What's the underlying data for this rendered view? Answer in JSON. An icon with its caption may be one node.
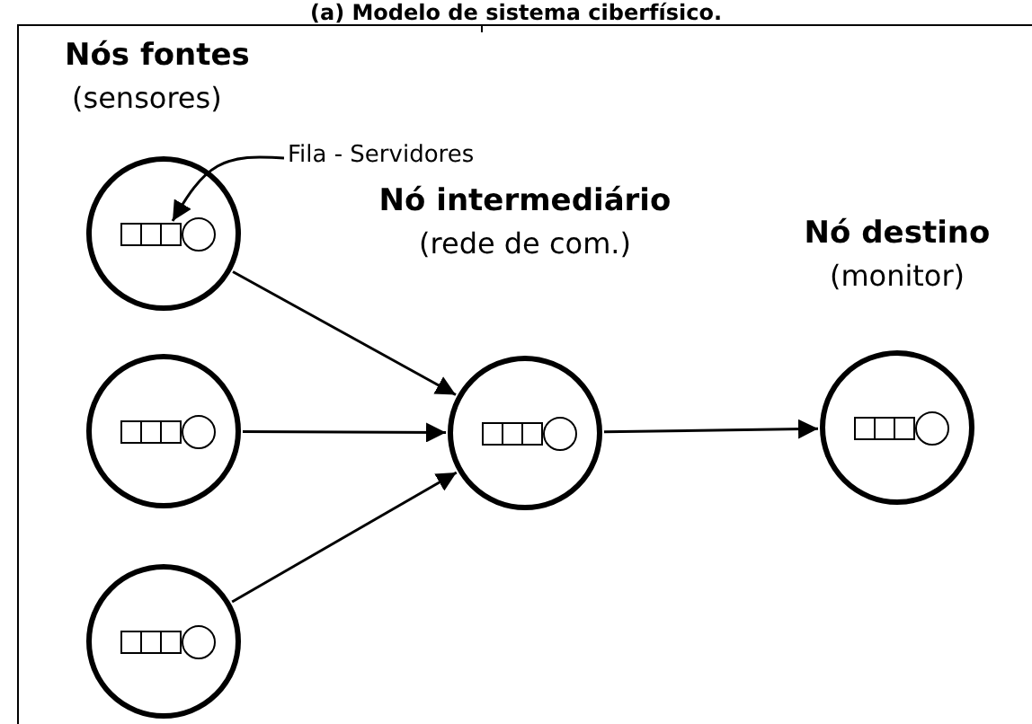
{
  "diagram": {
    "title": "(a) Modelo de sistema ciberfísico.",
    "nodes": [
      {
        "text": [],
        "shape": "circle"
      },
      {
        "text": [],
        "shape": "picture",
        "in": 0
      },
      {
        "text": [],
        "shape": "circle"
      },
      {
        "text": [],
        "shape": "circle"
      },
      {
        "text": [
          "Nó intermediário",
          "(rede de com.)"
        ]
      },
      {
        "text": [
          "Nó destino",
          "(monitor)"
        ]
      },
      {
        "text": [
          "Fila - Servidores"
        ]
      }
    ],
    "edges": [
      {
        "from": 6,
        "to": 1,
        "arrow": "to"
      },
      {
        "from": 0,
        "to": 4,
        "arrow": "to"
      },
      {
        "from": 2,
        "to": 4,
        "arrow": "to"
      },
      {
        "from": 3,
        "to": 4,
        "arrow": "to"
      },
      {
        "from": 4,
        "to": 5,
        "arrow": "to"
      }
    ],
    "labels": [
      "Nós fontes",
      "(sensores)"
    ]
  }
}
